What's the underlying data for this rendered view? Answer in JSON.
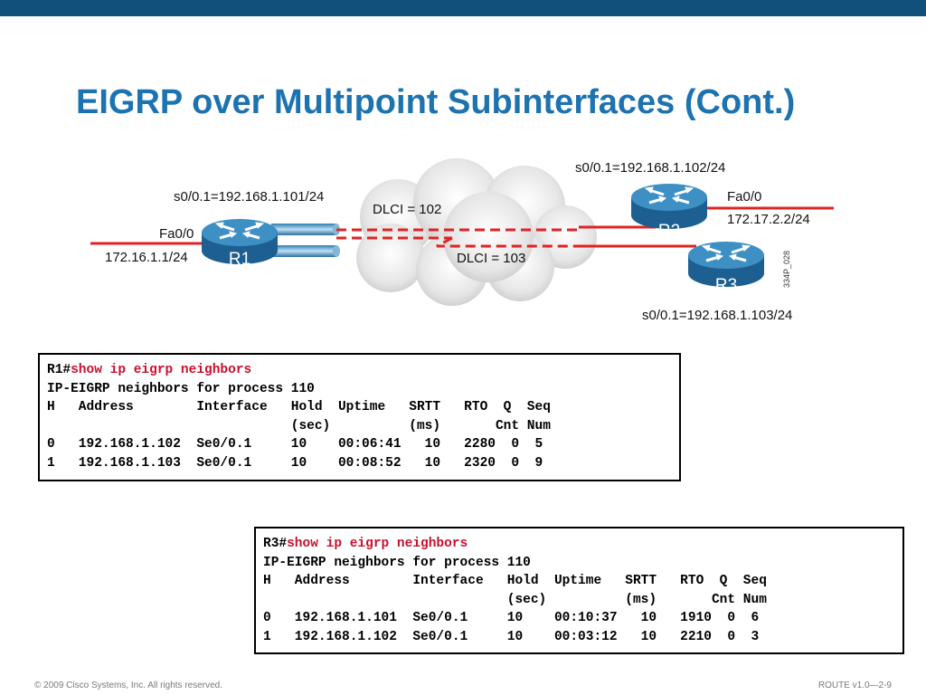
{
  "slide": {
    "title": "EIGRP over Multipoint Subinterfaces (Cont.)",
    "footer_left": "© 2009 Cisco Systems, Inc. All rights reserved.",
    "footer_right": "ROUTE v1.0—2-9"
  },
  "diagram": {
    "r1": {
      "name": "R1",
      "serial": "s0/0.1=192.168.1.101/24",
      "fa_name": "Fa0/0",
      "fa_ip": "172.16.1.1/24"
    },
    "r2": {
      "name": "R2",
      "serial": "s0/0.1=192.168.1.102/24",
      "fa_name": "Fa0/0",
      "fa_ip": "172.17.2.2/24"
    },
    "r3": {
      "name": "R3",
      "serial": "s0/0.1=192.168.1.103/24"
    },
    "dlci_102": "DLCI = 102",
    "dlci_103": "DLCI = 103",
    "figure_code": "334P_028",
    "colors": {
      "link": "#e02424",
      "router_top": "#3d8fc4",
      "router_side": "#1d5f91"
    }
  },
  "terminals": [
    {
      "prompt": "R1#",
      "command": "show ip eigrp neighbors",
      "lines": [
        "IP-EIGRP neighbors for process 110",
        "H   Address        Interface   Hold  Uptime   SRTT   RTO  Q  Seq",
        "                               (sec)          (ms)       Cnt Num",
        "0   192.168.1.102  Se0/0.1     10    00:06:41   10   2280  0  5",
        "1   192.168.1.103  Se0/0.1     10    00:08:52   10   2320  0  9"
      ]
    },
    {
      "prompt": "R3#",
      "command": "show ip eigrp neighbors",
      "lines": [
        "IP-EIGRP neighbors for process 110",
        "H   Address        Interface   Hold  Uptime   SRTT   RTO  Q  Seq",
        "                               (sec)          (ms)       Cnt Num",
        "0   192.168.1.101  Se0/0.1     10    00:10:37   10   1910  0  6",
        "1   192.168.1.102  Se0/0.1     10    00:03:12   10   2210  0  3"
      ]
    }
  ]
}
